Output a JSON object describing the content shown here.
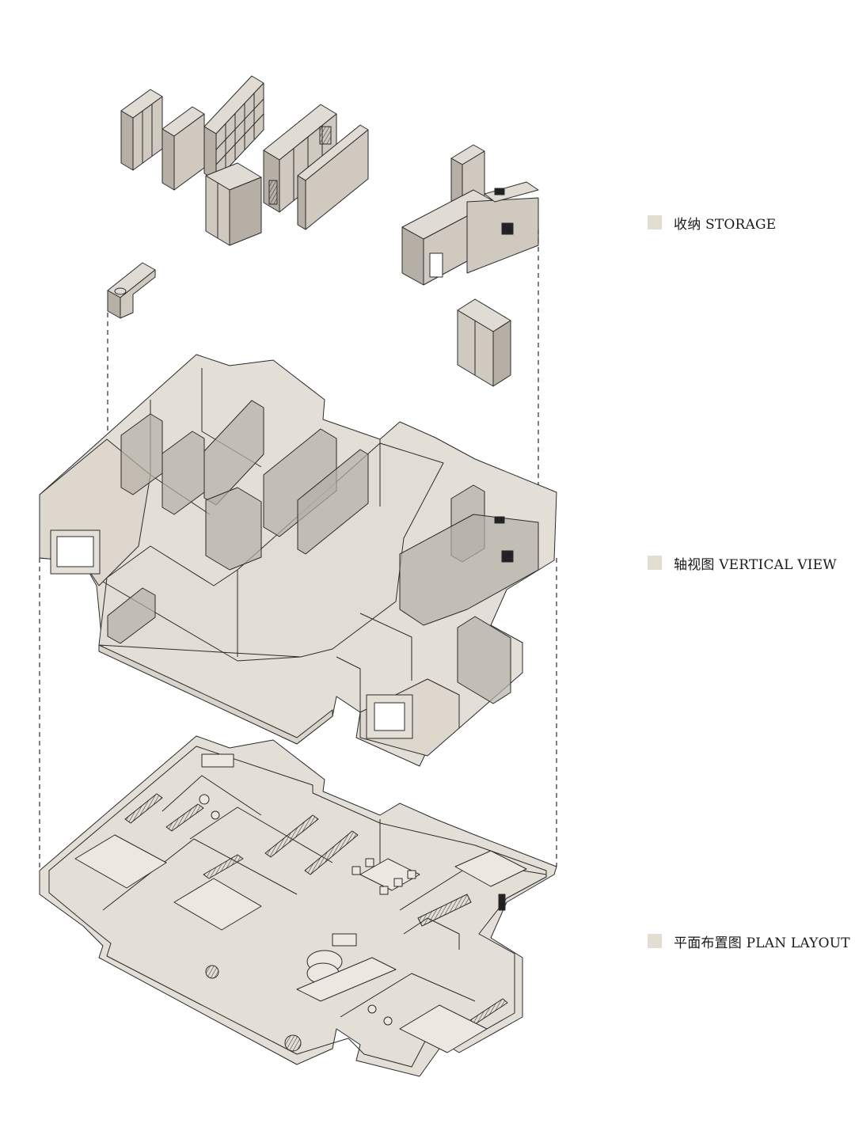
{
  "colors": {
    "floor_fill": "#e4dfd6",
    "wall_side": "#d9d3c9",
    "cabinet_left": "#b5afa6",
    "cabinet_right": "#cfc9c0",
    "cabinet_top": "#e0dbd3",
    "legend_swatch": "#e3ddd4",
    "line": "#2b2b2b"
  },
  "legend": [
    {
      "swatch_color": "#e3ddd4",
      "label": "收纳 STORAGE"
    },
    {
      "swatch_color": "#e3ddd4",
      "label": "轴视图 VERTICAL VIEW"
    },
    {
      "swatch_color": "#e3ddd4",
      "label": "平面布置图 PLAN LAYOUT"
    }
  ]
}
